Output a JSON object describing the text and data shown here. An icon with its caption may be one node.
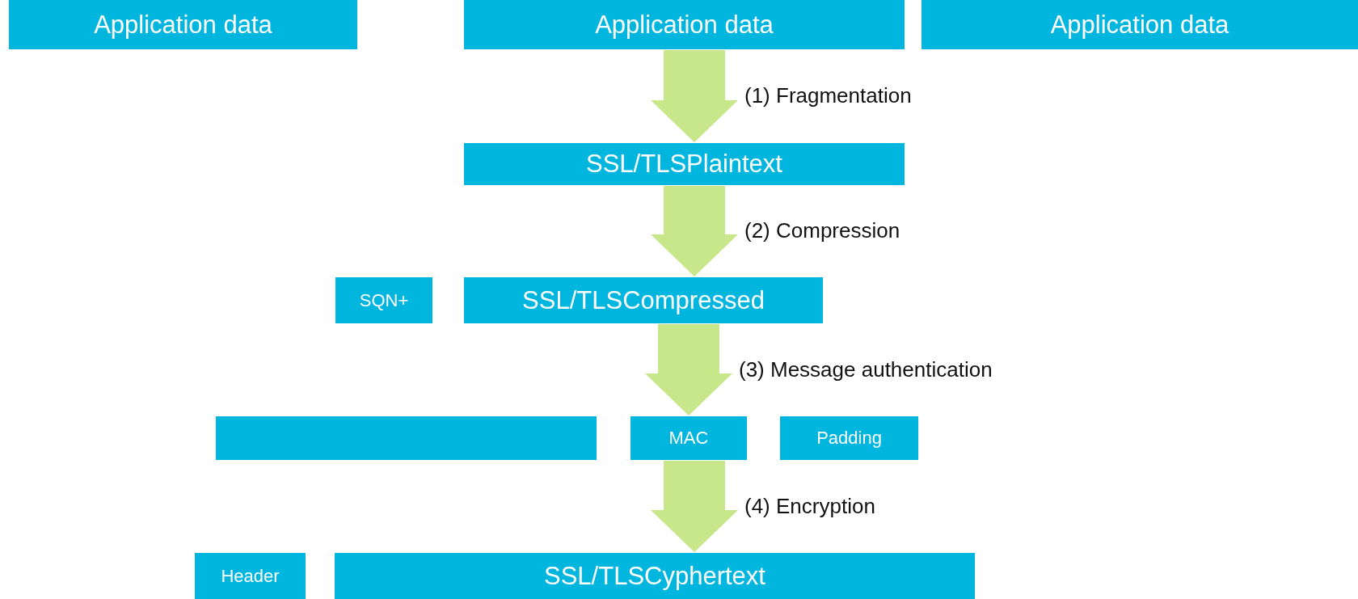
{
  "diagram": {
    "nodes": [
      {
        "text": [
          "Application data"
        ]
      },
      {
        "text": [
          "Application data"
        ]
      },
      {
        "text": [
          "Application data"
        ]
      },
      {
        "text": [
          "SSL/TLSPlaintext"
        ]
      },
      {
        "text": [
          "SQN+"
        ]
      },
      {
        "text": [
          "SSL/TLSCompressed"
        ]
      },
      {
        "text": [],
        "shape": "box"
      },
      {
        "text": [
          "MAC"
        ]
      },
      {
        "text": [
          "Padding"
        ]
      },
      {
        "text": [
          "Header"
        ]
      },
      {
        "text": [
          "SSL/TLSCyphertext"
        ]
      }
    ],
    "edges": [
      {
        "from": 1,
        "to": 3,
        "arrow": "to",
        "label": "(1) Fragmentation",
        "style": "thick"
      },
      {
        "from": 3,
        "to": 5,
        "arrow": "to",
        "label": "(2) Compression",
        "style": "thick"
      },
      {
        "from": 5,
        "to": 7,
        "arrow": "to",
        "label": "(3) Message authentication",
        "style": "thick"
      },
      {
        "from": 7,
        "to": 10,
        "arrow": "to",
        "label": "(4) Encryption",
        "style": "thick"
      }
    ]
  }
}
